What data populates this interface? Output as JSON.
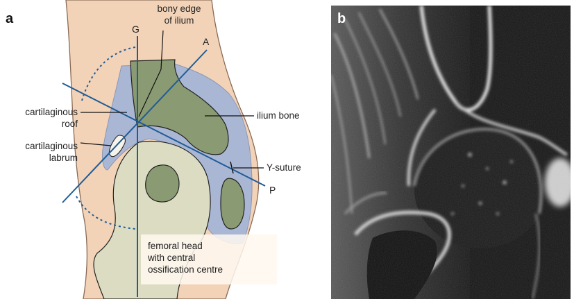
{
  "panel_a": {
    "letter": "a",
    "axis_labels": {
      "g": "G",
      "a": "A",
      "p": "P"
    },
    "labels": {
      "bony_edge_line1": "bony edge",
      "bony_edge_line2": "of ilium",
      "cartilaginous_roof_line1": "cartilaginous",
      "cartilaginous_roof_line2": "roof",
      "cartilaginous_labrum_line1": "cartilaginous",
      "cartilaginous_labrum_line2": "labrum",
      "ilium_bone": "ilium bone",
      "y_suture": "Y-suture",
      "femoral_head_line1": "femoral head",
      "femoral_head_line2": "with central",
      "femoral_head_line3": "ossification centre"
    },
    "colors": {
      "skin": "#f2d3b8",
      "cartilage": "#aab7d4",
      "bone": "#8a9a72",
      "femoral_head": "#dcdcc3",
      "axis_line": "#1f5c97"
    }
  },
  "panel_b": {
    "letter": "b",
    "image_type": "hip ultrasound (grayscale)"
  }
}
